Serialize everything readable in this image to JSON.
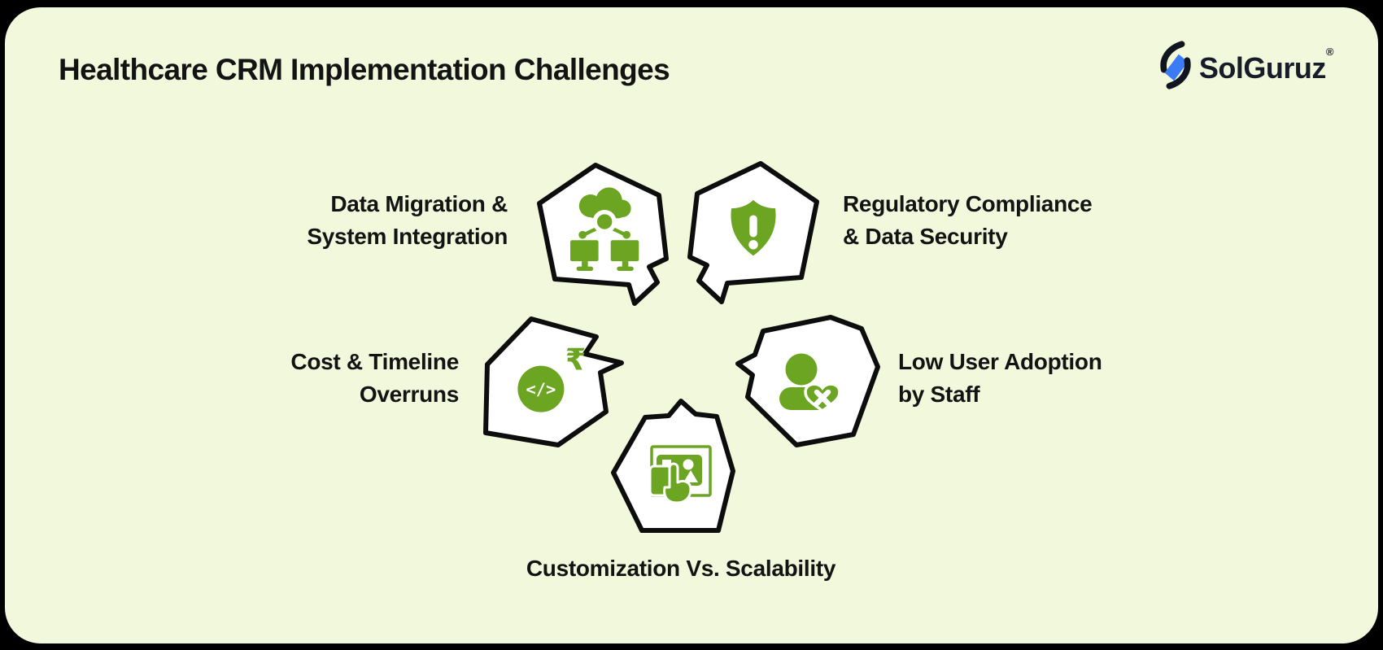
{
  "header": {
    "title": "Healthcare CRM Implementation Challenges",
    "brand_name": "SolGuruz",
    "registered_mark": "®"
  },
  "colors": {
    "outer": "#000000",
    "card": "#F1F8DC",
    "green": "#6CA522",
    "ink": "#131313",
    "blue": "#3B7BF6",
    "brand_ink": "#171C28",
    "bubble_fill": "#FFFFFF",
    "bubble_stroke": "#0D0D0D"
  },
  "challenges": [
    {
      "id": "data-migration",
      "line1": "Data Migration &",
      "line2": "System Integration",
      "icon": "cloud-network-icon"
    },
    {
      "id": "compliance",
      "line1": "Regulatory Compliance",
      "line2": "& Data Security",
      "icon": "shield-alert-icon"
    },
    {
      "id": "cost-overruns",
      "line1": "Cost & Timeline",
      "line2": "Overruns",
      "icon": "rupee-code-icon"
    },
    {
      "id": "low-adoption",
      "line1": "Low User Adoption",
      "line2": "by Staff",
      "icon": "user-heart-decline-icon"
    },
    {
      "id": "customization",
      "line1": "Customization Vs. Scalability",
      "line2": "",
      "icon": "tap-customize-icon"
    }
  ]
}
